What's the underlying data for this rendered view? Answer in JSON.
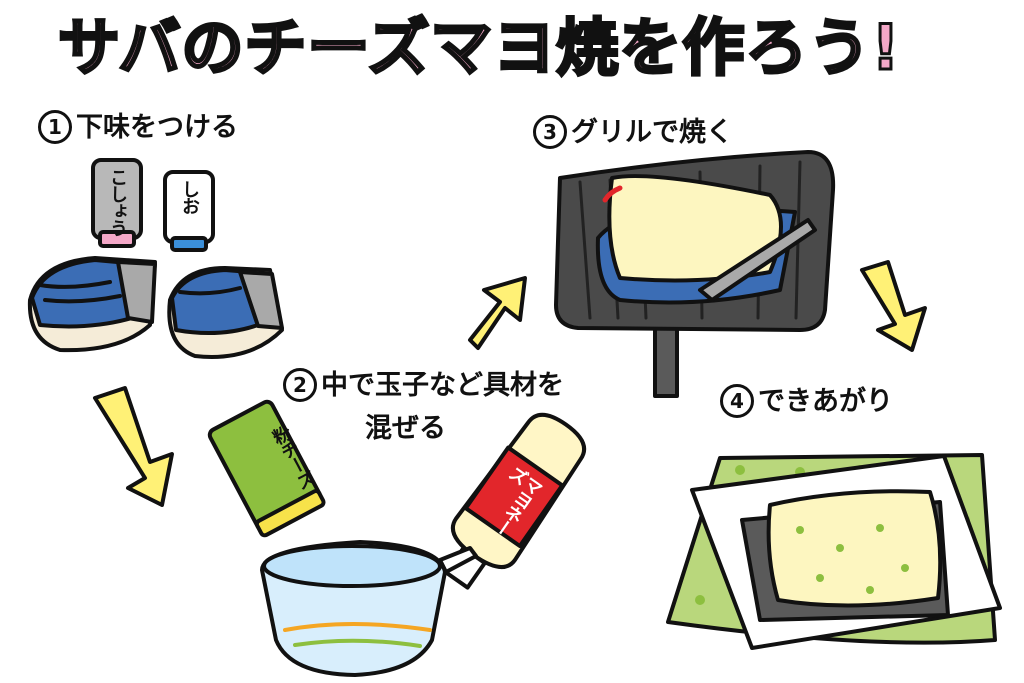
{
  "title": "サバのチーズマヨ焼を作ろう!",
  "steps": [
    {
      "num": "1",
      "text": "下味をつける"
    },
    {
      "num": "2",
      "line1": "中で玉子など具材を",
      "line2": "混ぜる"
    },
    {
      "num": "3",
      "text": "グリルで焼く"
    },
    {
      "num": "4",
      "text": "できあがり"
    }
  ],
  "labels": {
    "pepper": "こしょう",
    "salt": "しお",
    "cheese": "粉チーズ",
    "mayo": "マヨネーズ"
  },
  "colors": {
    "title_fill": "#f4a8c8",
    "fish_blue": "#3b6db5",
    "fish_skin": "#a9a9a9",
    "arrow_yellow": "#fff176",
    "cheese_topping": "#fdf6c0",
    "grill_dark": "#4a4a4a",
    "cloth_green": "#b9d77c",
    "mayo_red": "#e2262b",
    "cheese_pack_green": "#8dbf3f"
  }
}
